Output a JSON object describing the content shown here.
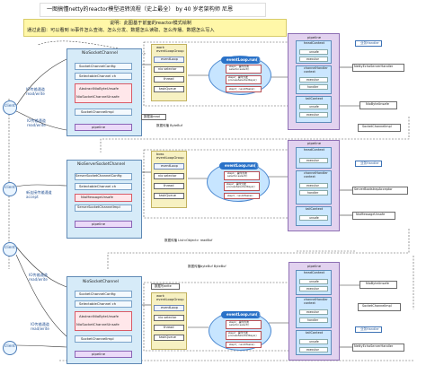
{
  "header": {
    "title": "一图搞懂netty的reactor模型运转流程（史上最全） by 40 岁老架构师 尼恩",
    "note_line1": "说明：此图基于前面的reactor模式绘制",
    "note_line2": "通过此图：可以看到 io事件怎么查询、怎么分发、数据怎么读取、怎么传播、数据怎么写入"
  },
  "labels": {
    "client": "client",
    "io_read_write": "IO传输通道\nread/write",
    "accept": "新连接传输通道\naccept",
    "nio_socket_channel": "NioSocketChannel",
    "nio_server_socket_channel": "NioServerSocketChannel",
    "socket_channel_config": "SocketChannelConfig",
    "server_socket_channel_config": "ServerSocketChannelConfig",
    "selectable_channel": "SelectableChannel ch",
    "abstract_nio_unsafe": "AbstractNioByteUnsafe",
    "nio_socket_channel_unsafe": "NioSocketChannelUnsafe",
    "nio_message_unsafe": "NioMessageUnsafe",
    "socket_channel_impl": "SocketChannelImpl",
    "server_socket_channel_impl": "ServerSocketChannelImpl",
    "pipeline": "pipeline",
    "work_event_loop_group": "work\neventLoopGroup",
    "boss_event_loop_group": "boss\neventLoopGroup",
    "event_loop": "eventLoop",
    "nio_selector": "nio selector",
    "thread": "thread",
    "task_queue": "taskQueue",
    "event_loop_run": "eventLoop.run( )",
    "step1": "step1：事件查询\nselector.select()",
    "step2": "step2：事件分发\nprocessSelectedKeys()",
    "step3": "step3：runAllTasks()",
    "head_context": "headContext",
    "channel_handler_context": "channelHandler\ncontext",
    "tail_context": "tailContext",
    "executor": "executor",
    "handler": "handler",
    "unsafe": "unsafe",
    "netty_echo_server_handler": "NettyEchoServerHandler",
    "nio_byte_unsafe": "NioByteUnsafe",
    "server_bootstrap_acceptor": "ServerBootstrapAcceptor",
    "business_handler": "业务Handler",
    "data_read": "数据读read",
    "data_propagate_bytebuf": "数据传播 ByteBuf",
    "data_propagate_list": "数据传播 List<Object> readBuf",
    "data_write": "数据写write",
    "data_propagate_write": "数据传播byteBuf ByteBuf"
  }
}
